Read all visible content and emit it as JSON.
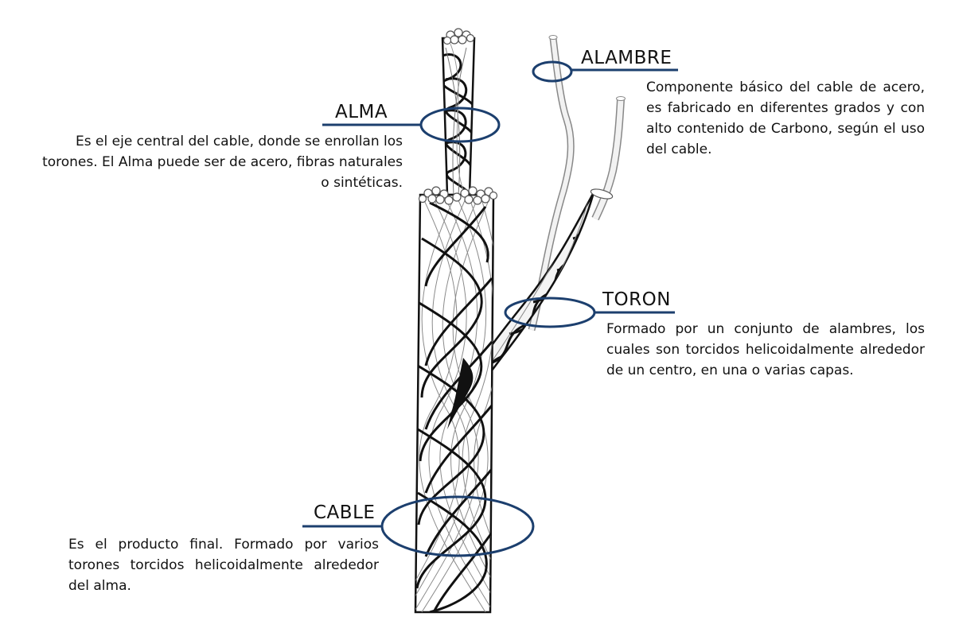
{
  "colors": {
    "accent": "#1c3f6e",
    "outline": "#111111",
    "wire_fill": "#f2f2f2",
    "background": "#ffffff"
  },
  "labels": {
    "alambre": {
      "title": "ALAMBRE",
      "description": "Componente básico del cable de acero, es fabricado en diferentes grados y con alto contenido de Carbono, según el uso del cable."
    },
    "alma": {
      "title": "ALMA",
      "description": "Es el eje central del cable, donde se enrollan los torones. El Alma puede ser de acero, fibras naturales o sintéticas."
    },
    "toron": {
      "title": "TORON",
      "description": "Formado por un conjunto de alambres, los cuales son torcidos helicoidalmente alrededor de un centro, en una o varias capas."
    },
    "cable": {
      "title": "CABLE",
      "description": "Es el producto final. Formado por varios torones torcidos helicoidalmente alrededor del alma."
    }
  }
}
